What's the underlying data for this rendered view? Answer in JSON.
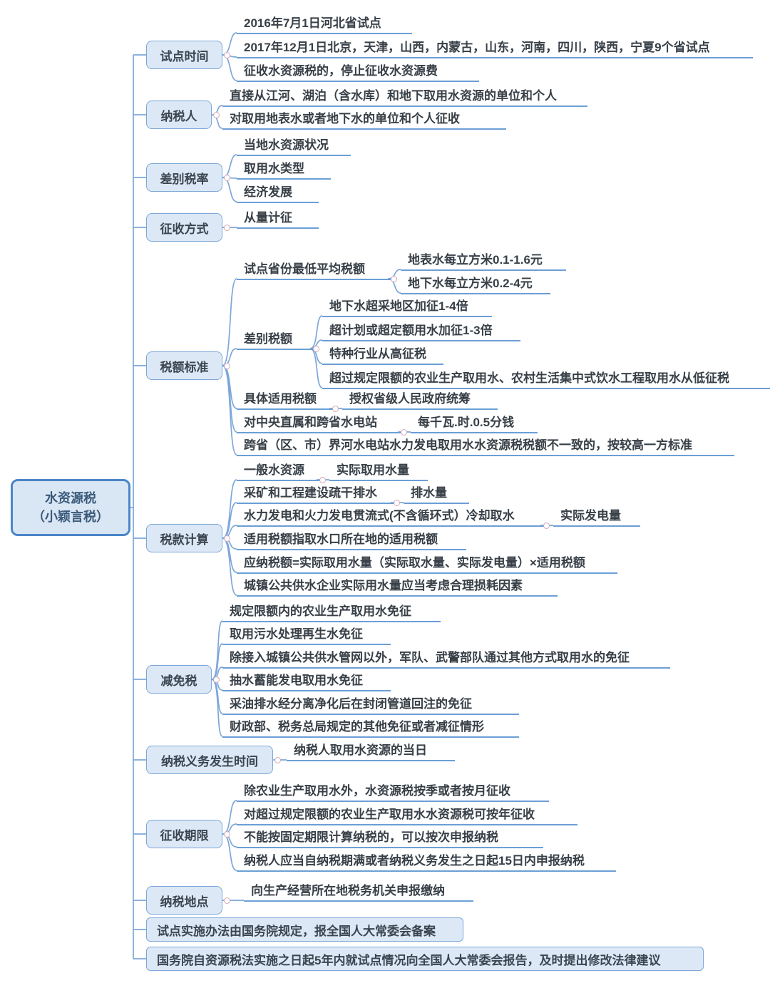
{
  "colors": {
    "node_fill": "#dce8f5",
    "node_border": "#7da7d9",
    "root_border": "#4a86c8",
    "underline": "#6b9fd6",
    "text": "#373f47"
  },
  "root": {
    "title_line1": "水资源税",
    "title_line2": "（小颖言税）"
  },
  "branches": [
    {
      "label": "试点时间",
      "children": [
        "2016年7月1日河北省试点",
        "2017年12月1日北京，天津，山西，内蒙古，山东，河南，四川，陕西，宁夏9个省试点",
        "征收水资源税的，停止征收水资源费"
      ]
    },
    {
      "label": "纳税人",
      "children": [
        "直接从江河、湖泊（含水库）和地下取用水资源的单位和个人",
        "对取用地表水或者地下水的单位和个人征收"
      ]
    },
    {
      "label": "差别税率",
      "children": [
        "当地水资源状况",
        "取用水类型",
        "经济发展"
      ]
    },
    {
      "label": "征收方式",
      "children": [
        "从量计征"
      ]
    },
    {
      "label": "税额标准",
      "children": [
        {
          "text": "试点省份最低平均税额",
          "children": [
            "地表水每立方米0.1-1.6元",
            "地下水每立方米0.2-4元"
          ]
        },
        {
          "text": "差别税额",
          "children": [
            "地下水超采地区加征1-4倍",
            "超计划或超定额用水加征1-3倍",
            "特种行业从高征税",
            "超过规定限额的农业生产取用水、农村生活集中式饮水工程取用水从低征税"
          ]
        },
        {
          "text": "具体适用税额",
          "children": [
            "授权省级人民政府统筹"
          ]
        },
        {
          "text": "对中央直属和跨省水电站",
          "children": [
            "每千瓦.时.0.5分钱"
          ]
        },
        {
          "text": "跨省（区、市）界河水电站水力发电取用水水资源税税额不一致的，按较高一方标准"
        }
      ]
    },
    {
      "label": "税款计算",
      "children": [
        {
          "text": "一般水资源",
          "children": [
            "实际取用水量"
          ]
        },
        {
          "text": "采矿和工程建设疏干排水",
          "children": [
            "排水量"
          ]
        },
        {
          "text": "水力发电和火力发电贯流式(不含循环式）冷却取水",
          "children": [
            "实际发电量"
          ]
        },
        {
          "text": "适用税额指取水口所在地的适用税额"
        },
        {
          "text": "应纳税额=实际取用水量（实际取水量、实际发电量）×适用税额"
        },
        {
          "text": "城镇公共供水企业实际用水量应当考虑合理损耗因素"
        }
      ]
    },
    {
      "label": "减免税",
      "children": [
        "规定限额内的农业生产取用水免征",
        "取用污水处理再生水免征",
        "除接入城镇公共供水管网以外，军队、武警部队通过其他方式取用水的免征",
        "抽水蓄能发电取用水免征",
        "采油排水经分离净化后在封闭管道回注的免征",
        "财政部、税务总局规定的其他免征或者减征情形"
      ]
    },
    {
      "label": "纳税义务发生时间",
      "children": [
        "纳税人取用水资源的当日"
      ]
    },
    {
      "label": "征收期限",
      "children": [
        "除农业生产取用水外，水资源税按季或者按月征收",
        "对超过规定限额的农业生产取用水水资源税可按年征收",
        "不能按固定期限计算纳税的，可以按次申报纳税",
        "纳税人应当自纳税期满或者纳税义务发生之日起15日内申报纳税"
      ]
    },
    {
      "label": "纳税地点",
      "children": [
        "向生产经营所在地税务机关申报缴纳"
      ]
    },
    {
      "label": "试点实施办法由国务院规定，报全国人大常委会备案"
    },
    {
      "label": "国务院自资源税法实施之日起5年内就试点情况向全国人大常委会报告，及时提出修改法律建议"
    }
  ]
}
